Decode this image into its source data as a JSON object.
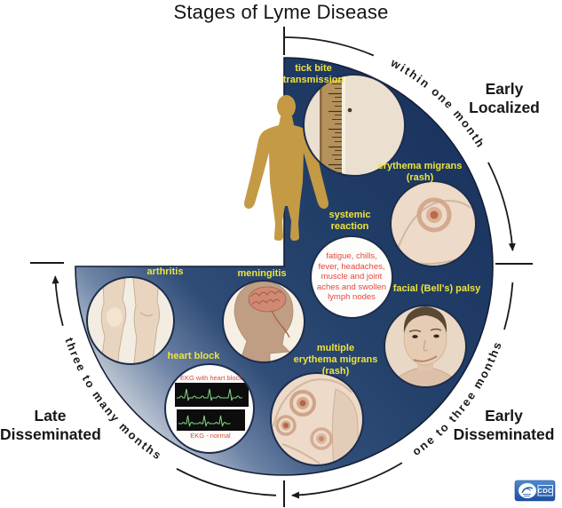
{
  "title": "Stages of Lyme Disease",
  "stages": {
    "early_localized": {
      "label": "Early Localized",
      "label_lines": [
        "Early",
        "Localized"
      ],
      "duration": "within one month"
    },
    "early_disseminated": {
      "label": "Early Disseminated",
      "label_lines": [
        "Early",
        "Disseminated"
      ],
      "duration": "one to three months"
    },
    "late_disseminated": {
      "label": "Late Disseminated",
      "label_lines": [
        "Late",
        "Disseminated"
      ],
      "duration": "three to many months"
    }
  },
  "callouts": {
    "tick_bite": {
      "label": "tick bite transmission",
      "label_lines": [
        "tick bite",
        "transmission"
      ]
    },
    "erythema_migrans": {
      "label": "erythema migrans (rash)",
      "label_lines": [
        "erythema migrans",
        "(rash)"
      ]
    },
    "systemic_reaction": {
      "label": "systemic reaction",
      "label_lines": [
        "systemic",
        "reaction"
      ],
      "symptoms": "fatigue, chills, fever, headaches, muscle and joint aches and swollen lymph nodes",
      "symptoms_lines": [
        "fatigue,  chills,",
        "fever, headaches,",
        "muscle and joint",
        "aches and swollen",
        "lymph nodes"
      ]
    },
    "facial_palsy": {
      "label": "facial (Bell's) palsy"
    },
    "multiple_erythema_migrans": {
      "label": "multiple erythema migrans (rash)",
      "label_lines": [
        "multiple",
        "erythema migrans",
        "(rash)"
      ]
    },
    "meningitis": {
      "label": "meningitis"
    },
    "heart_block": {
      "label": "heart block",
      "ekg_top_label": "EKG with heart block",
      "ekg_bottom_label": "EKG - normal"
    },
    "arthritis": {
      "label": "arthritis"
    }
  },
  "logo": {
    "text": "CDC"
  },
  "colors": {
    "pie_dark_navy": "#1b3560",
    "pie_light_slate": "#b9c2d0",
    "label_yellow": "#efe33c",
    "symptom_red": "#e8453c",
    "silhouette_tan": "#c49a45",
    "skin": "#ecd9c8",
    "ekg_green": "#86d986",
    "timeline_black": "#1a1a1a",
    "cdc_blue": "#2a63b0"
  }
}
